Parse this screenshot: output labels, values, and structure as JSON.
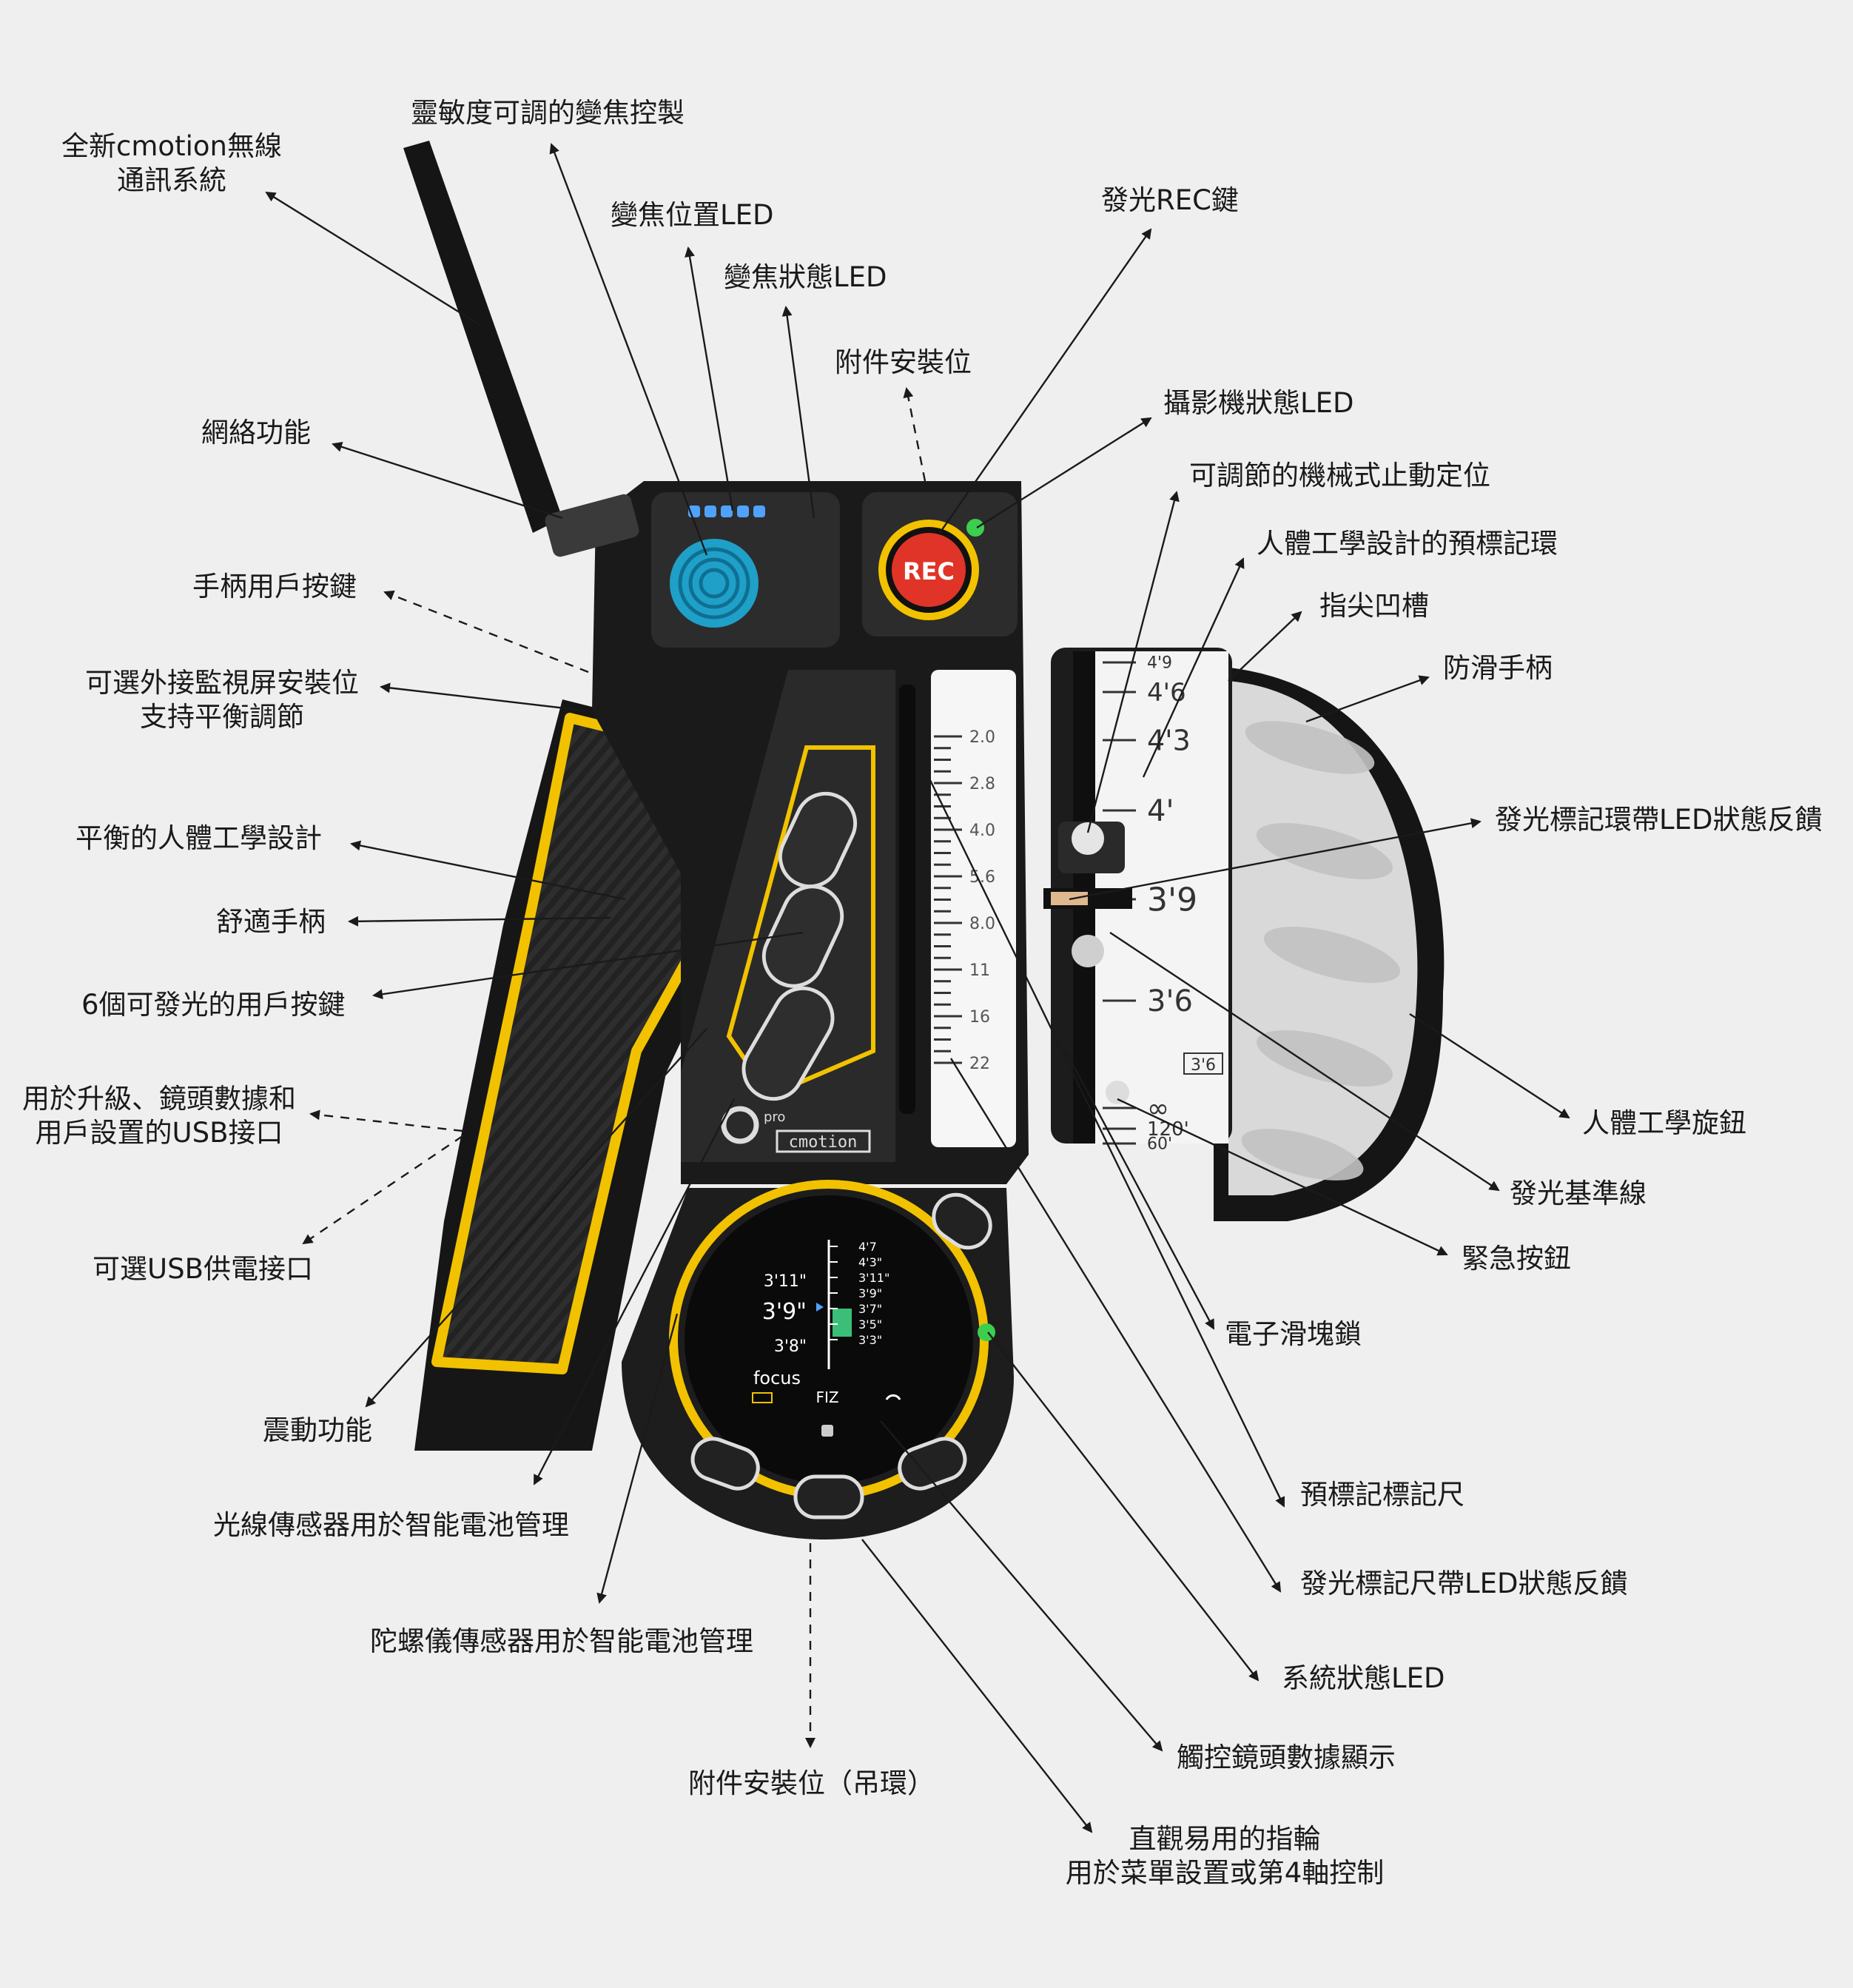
{
  "device": {
    "rec_label": "REC",
    "brand_cpro": "pro",
    "brand_name": "cmotion",
    "marking_scale": [
      "2.0",
      "2.8",
      "4.0",
      "5.6",
      "8.0",
      "11",
      "16",
      "22"
    ],
    "ring_scale": [
      "4'9",
      "4'6",
      "4'3",
      "4'",
      "3'9",
      "3'6",
      "∞",
      "120'",
      "60'"
    ],
    "ring_marker": "3'6",
    "screen": {
      "left_values": [
        "3'11\"",
        "3'9\"",
        "3'8\""
      ],
      "right_values": [
        "4'7",
        "4'3\"",
        "3'11\"",
        "3'9\"",
        "3'7\"",
        "3'5\"",
        "3'3\""
      ],
      "mode": "focus",
      "axis": "FIZ"
    }
  },
  "labels": [
    {
      "id": "wireless",
      "lines": [
        "全新cmotion無線",
        "通訊系統"
      ]
    },
    {
      "id": "zoom-control",
      "lines": [
        "靈敏度可調的變焦控製"
      ]
    },
    {
      "id": "zoom-position-led",
      "lines": [
        "變焦位置LED"
      ]
    },
    {
      "id": "zoom-status-led",
      "lines": [
        "變焦狀態LED"
      ]
    },
    {
      "id": "accessory-mount",
      "lines": [
        "附件安裝位"
      ]
    },
    {
      "id": "rec-key",
      "lines": [
        "發光REC鍵"
      ]
    },
    {
      "id": "camera-status-led",
      "lines": [
        "攝影機狀態LED"
      ]
    },
    {
      "id": "mechanical-end-stop",
      "lines": [
        "可調節的機械式止動定位"
      ]
    },
    {
      "id": "marking-ring",
      "lines": [
        "人體工學設計的預標記環"
      ]
    },
    {
      "id": "fingertip-groove",
      "lines": [
        "指尖凹槽"
      ]
    },
    {
      "id": "nonslip-grip",
      "lines": [
        "防滑手柄"
      ]
    },
    {
      "id": "ring-led-feedback",
      "lines": [
        "發光標記環帶LED狀態反饋"
      ]
    },
    {
      "id": "network",
      "lines": [
        "網絡功能"
      ]
    },
    {
      "id": "handle-user-button",
      "lines": [
        "手柄用戶按鍵"
      ]
    },
    {
      "id": "monitor-mount",
      "lines": [
        "可選外接監視屏安裝位",
        "支持平衡調節"
      ]
    },
    {
      "id": "balanced-design",
      "lines": [
        "平衡的人體工學設計"
      ]
    },
    {
      "id": "comfort-grip",
      "lines": [
        "舒適手柄"
      ]
    },
    {
      "id": "six-buttons",
      "lines": [
        "6個可發光的用戶按鍵"
      ]
    },
    {
      "id": "usb-port",
      "lines": [
        "用於升級、鏡頭數據和",
        "用戶設置的USB接口"
      ]
    },
    {
      "id": "usb-power",
      "lines": [
        "可選USB供電接口"
      ]
    },
    {
      "id": "ergonomic-knob",
      "lines": [
        "人體工學旋鈕"
      ]
    },
    {
      "id": "reference-line",
      "lines": [
        "發光基準線"
      ]
    },
    {
      "id": "emergency-button",
      "lines": [
        "緊急按鈕"
      ]
    },
    {
      "id": "slider-lock",
      "lines": [
        "電子滑塊鎖"
      ]
    },
    {
      "id": "vibration",
      "lines": [
        "震動功能"
      ]
    },
    {
      "id": "light-sensor",
      "lines": [
        "光線傳感器用於智能電池管理"
      ]
    },
    {
      "id": "marking-scale",
      "lines": [
        "預標記標記尺"
      ]
    },
    {
      "id": "scale-led-feedback",
      "lines": [
        "發光標記尺帶LED狀態反饋"
      ]
    },
    {
      "id": "gyro-sensor",
      "lines": [
        "陀螺儀傳感器用於智能電池管理"
      ]
    },
    {
      "id": "system-status-led",
      "lines": [
        "系統狀態LED"
      ]
    },
    {
      "id": "touch-display",
      "lines": [
        "觸控鏡頭數據顯示"
      ]
    },
    {
      "id": "lanyard-mount",
      "lines": [
        "附件安裝位（吊環）"
      ]
    },
    {
      "id": "jog-wheel",
      "lines": [
        "直觀易用的指輪",
        "用於菜單設置或第4軸控制"
      ]
    }
  ]
}
